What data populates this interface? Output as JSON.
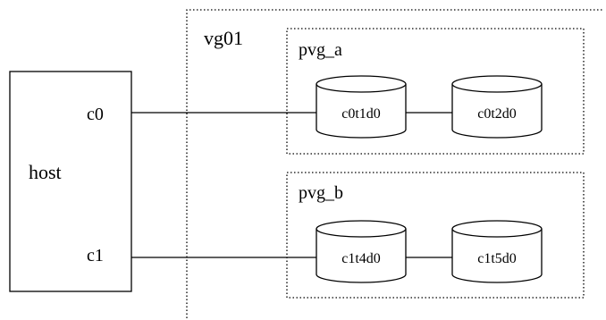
{
  "diagram": {
    "host": {
      "label": "host",
      "ports": [
        {
          "label": "c0"
        },
        {
          "label": "c1"
        }
      ]
    },
    "volume_group": {
      "label": "vg01"
    },
    "groups": [
      {
        "label": "pvg_a",
        "disks": [
          {
            "label": "c0t1d0"
          },
          {
            "label": "c0t2d0"
          }
        ]
      },
      {
        "label": "pvg_b",
        "disks": [
          {
            "label": "c1t4d0"
          },
          {
            "label": "c1t5d0"
          }
        ]
      }
    ]
  }
}
